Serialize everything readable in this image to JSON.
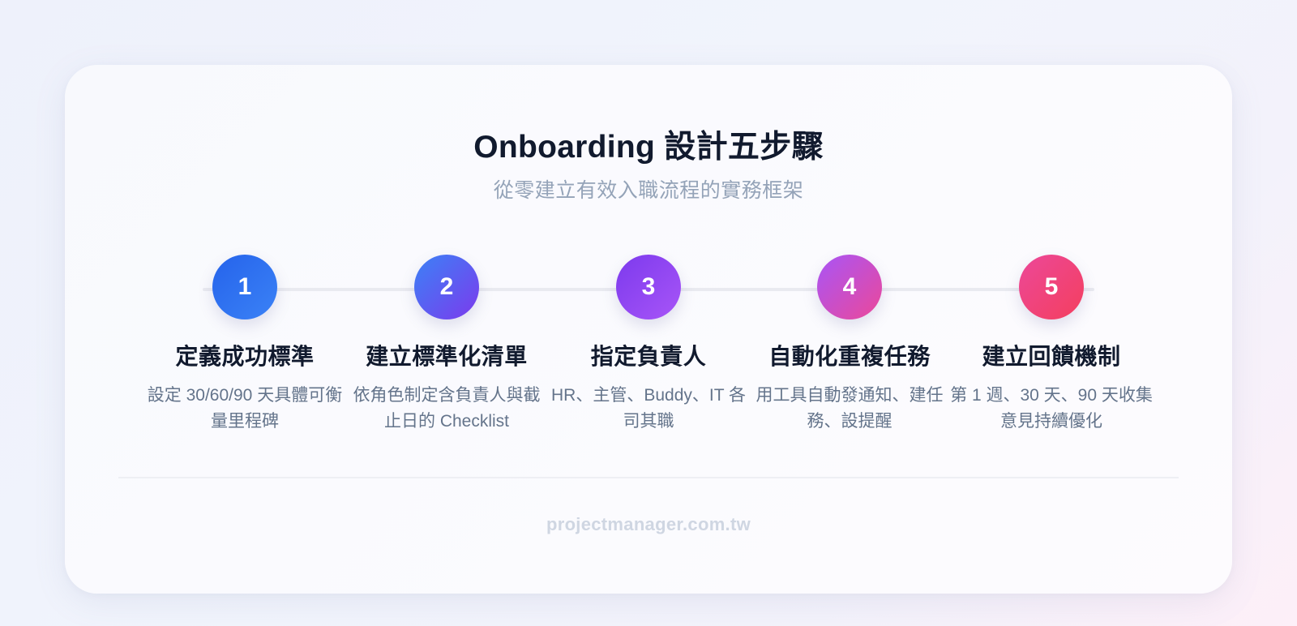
{
  "header": {
    "title": "Onboarding 設計五步驟",
    "subtitle": "從零建立有效入職流程的實務框架"
  },
  "steps": [
    {
      "number": "1",
      "title": "定義成功標準",
      "description": "設定 30/60/90 天具體可衡量里程碑",
      "gradient": [
        "#2563eb",
        "#3b82f6"
      ]
    },
    {
      "number": "2",
      "title": "建立標準化清單",
      "description": "依角色制定含負責人與截止日的 Checklist",
      "gradient": [
        "#3b82f6",
        "#7c3aed"
      ]
    },
    {
      "number": "3",
      "title": "指定負責人",
      "description": "HR、主管、Buddy、IT 各司其職",
      "gradient": [
        "#7c3aed",
        "#a855f7"
      ]
    },
    {
      "number": "4",
      "title": "自動化重複任務",
      "description": "用工具自動發通知、建任務、設提醒",
      "gradient": [
        "#a855f7",
        "#ec4899"
      ]
    },
    {
      "number": "5",
      "title": "建立回饋機制",
      "description": "第 1 週、30 天、90 天收集意見持續優化",
      "gradient": [
        "#ec4899",
        "#f43f5e"
      ]
    }
  ],
  "footer": {
    "url": "projectmanager.com.tw"
  },
  "colors": {
    "title": "#111a2e",
    "subtitle": "#94a3b8",
    "description": "#64748b",
    "footer": "#cfd6e2",
    "track": "#e9eaf0"
  }
}
